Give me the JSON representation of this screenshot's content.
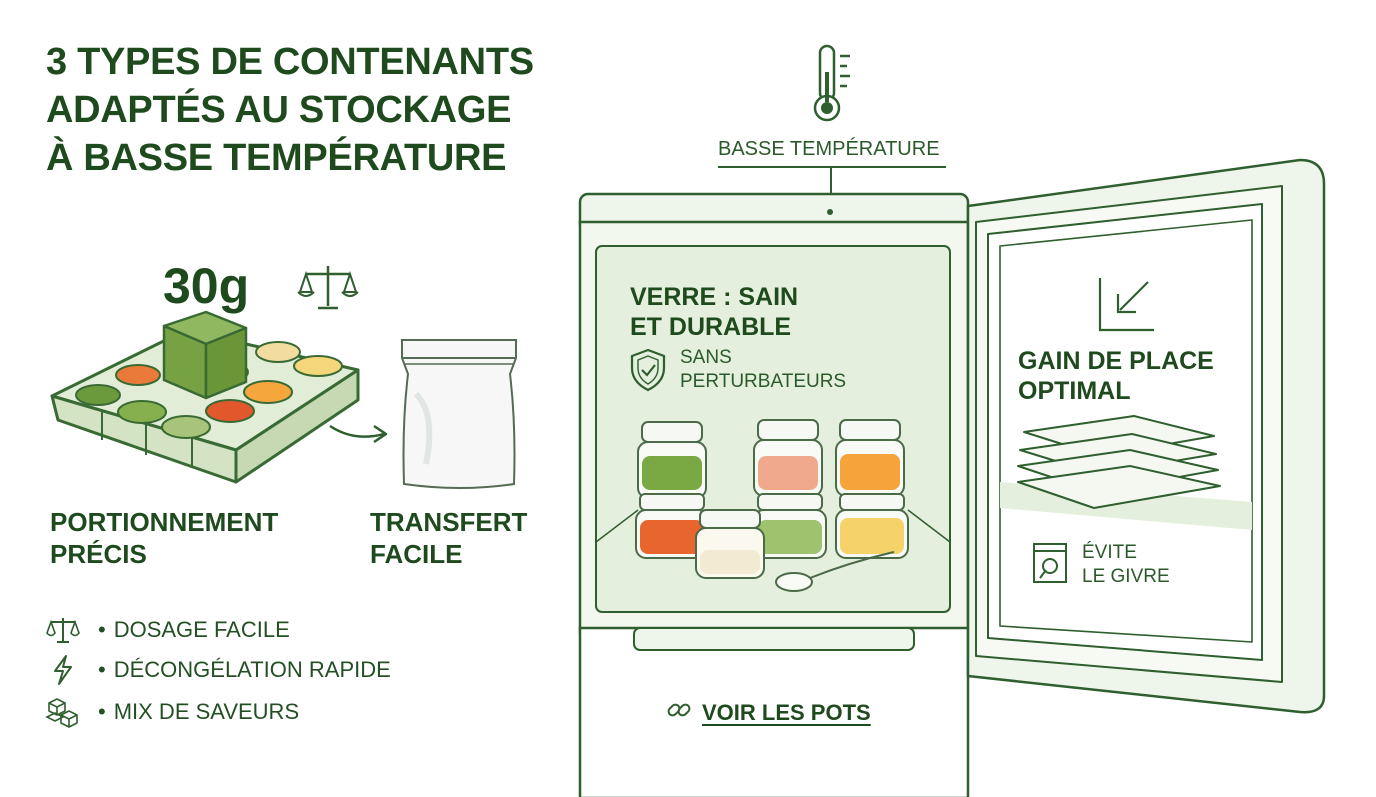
{
  "title": {
    "line1": "3 TYPES DE CONTENANTS",
    "line2": "ADAPTÉS AU STOCKAGE",
    "line3": "À BASSE TEMPÉRATURE"
  },
  "temperature_label": "BASSE TEMPÉRATURE",
  "tray": {
    "weight": "30g",
    "heading_line1": "PORTIONNEMENT",
    "heading_line2": "PRÉCIS"
  },
  "bag": {
    "heading_line1": "TRANSFERT",
    "heading_line2": "FACILE"
  },
  "benefits": [
    {
      "icon": "scale-icon",
      "label": "DOSAGE FACILE"
    },
    {
      "icon": "lightning-icon",
      "label": "DÉCONGÉLATION RAPIDE"
    },
    {
      "icon": "cubes-icon",
      "label": "MIX DE SAVEURS"
    }
  ],
  "glass": {
    "heading_line1": "VERRE : SAIN",
    "heading_line2": "ET DURABLE",
    "badge_line1": "SANS",
    "badge_line2": "PERTURBATEURS"
  },
  "freezer_door": {
    "heading_line1": "GAIN DE PLACE",
    "heading_line2": "OPTIMAL",
    "note_line1": "ÉVITE",
    "note_line2": "LE GIVRE"
  },
  "link": {
    "label": "VOIR LES POTS"
  },
  "colors": {
    "dark_green": "#1e4a1e",
    "line_green": "#2f5e2f",
    "light_green": "#e7f1e1",
    "pale_green": "#f2f8ee"
  }
}
